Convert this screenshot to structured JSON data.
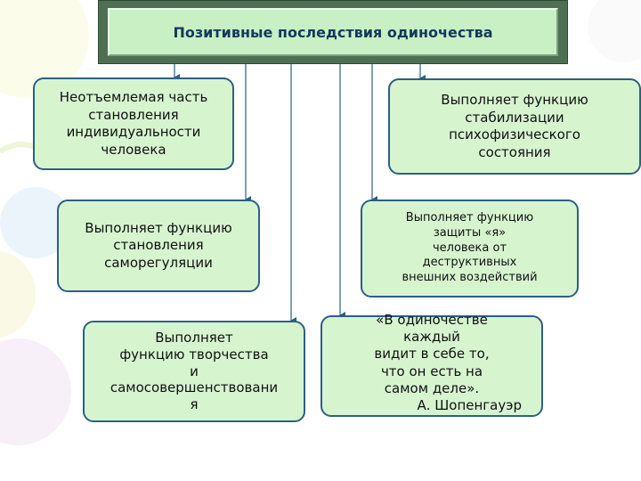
{
  "title": "Позитивные последствия одиночества",
  "boxes": {
    "b1": "Неотъемлемая часть\nстановления\nиндивидуальности\nчеловека",
    "b2": "Выполняет функцию\nстабилизации\nпсихофизического\nсостояния",
    "b3": "Выполняет функцию\nстановления\nсаморегуляции",
    "b4": "Выполняет функцию\nзащиты «я»\nчеловека от\nдеструктивных\nвнешних воздействий",
    "b5": "Выполняет\nфункцию творчества\nи\nсамосовершенствовани\nя",
    "b6_quote": "«В одиночестве\nкаждый\nвидит в себе то,\nчто он есть на\nсамом деле».",
    "b6_author": "А. Шопенгауэр"
  },
  "colors": {
    "box_fill": "#d6f5cf",
    "box_border": "#2d5f84",
    "title_frame": "#4e6f52",
    "title_fill": "#c8f0c4",
    "title_text": "#123a5c",
    "arrow": "#2d5f84"
  }
}
